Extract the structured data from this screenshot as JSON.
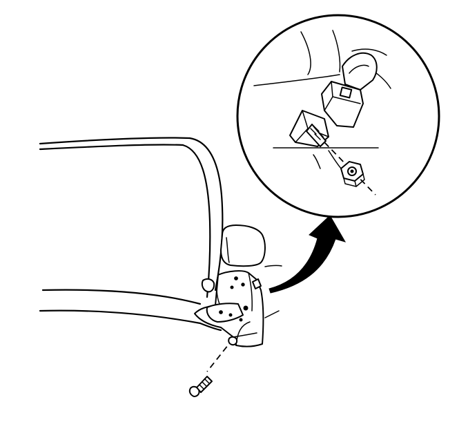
{
  "figure": {
    "components": [
      "body-panel",
      "side-mirror",
      "mirror-base",
      "mirror-retaining-screw",
      "detail-view",
      "mirror-mounting-bracket",
      "mounting-stud",
      "mounting-nut",
      "callout-arrow"
    ],
    "colors": {
      "line": "#000000",
      "background": "#ffffff"
    }
  }
}
